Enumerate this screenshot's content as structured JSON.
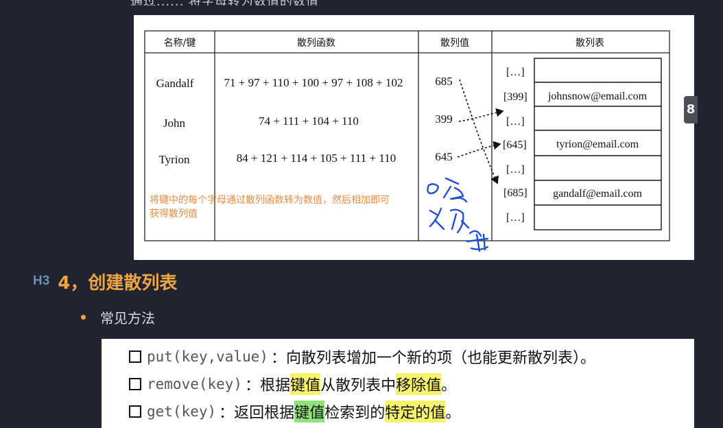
{
  "top_partial_text": "通过...... 将字母转为数值的数值",
  "figure": {
    "headers": [
      "名称/键",
      "散列函数",
      "散列值",
      "散列表"
    ],
    "rows": [
      {
        "name": "Gandalf",
        "func": "71 + 97 + 110 + 100 + 97 + 108 + 102",
        "hash": "685"
      },
      {
        "name": "John",
        "func": "74 + 111 + 104 + 110",
        "hash": "399"
      },
      {
        "name": "Tyrion",
        "func": "84 + 121 + 114 + 105 + 111 + 110",
        "hash": "645"
      }
    ],
    "table_slots": [
      {
        "index": "[…]",
        "value": ""
      },
      {
        "index": "[399]",
        "value": "johnsnow@email.com"
      },
      {
        "index": "[…]",
        "value": ""
      },
      {
        "index": "[645]",
        "value": "tyrion@email.com"
      },
      {
        "index": "[…]",
        "value": ""
      },
      {
        "index": "[685]",
        "value": "gandalf@email.com"
      },
      {
        "index": "[…]",
        "value": ""
      }
    ],
    "annotation_line1": "将键中的每个字母通过散列函数转为数值，然后相加即可",
    "annotation_line2": "获得散列值",
    "handwriting": "哈希值",
    "colors": {
      "annotation": "#f08a3c",
      "handwriting": "#1f4fd6"
    }
  },
  "side_tab_label": "8",
  "heading": {
    "tag": "H3",
    "title": "4，创建散列表"
  },
  "bullet": {
    "text": "常见方法"
  },
  "methods": [
    {
      "code": "put(key,value)",
      "sep": "：",
      "parts": [
        {
          "text": "向散列表增加一个新的项（也能更新散列表）。",
          "hl": ""
        }
      ]
    },
    {
      "code": "remove(key)",
      "sep": "：",
      "parts": [
        {
          "text": "根据",
          "hl": ""
        },
        {
          "text": "键值",
          "hl": "yellow"
        },
        {
          "text": "从散列表中",
          "hl": ""
        },
        {
          "text": "移除值",
          "hl": "yellow"
        },
        {
          "text": "。",
          "hl": ""
        }
      ]
    },
    {
      "code": "get(key)",
      "sep": "：",
      "parts": [
        {
          "text": "返回根据",
          "hl": ""
        },
        {
          "text": "键值",
          "hl": "green"
        },
        {
          "text": "检索到的",
          "hl": ""
        },
        {
          "text": "特定的值",
          "hl": "yellow"
        },
        {
          "text": "。",
          "hl": ""
        }
      ]
    }
  ]
}
